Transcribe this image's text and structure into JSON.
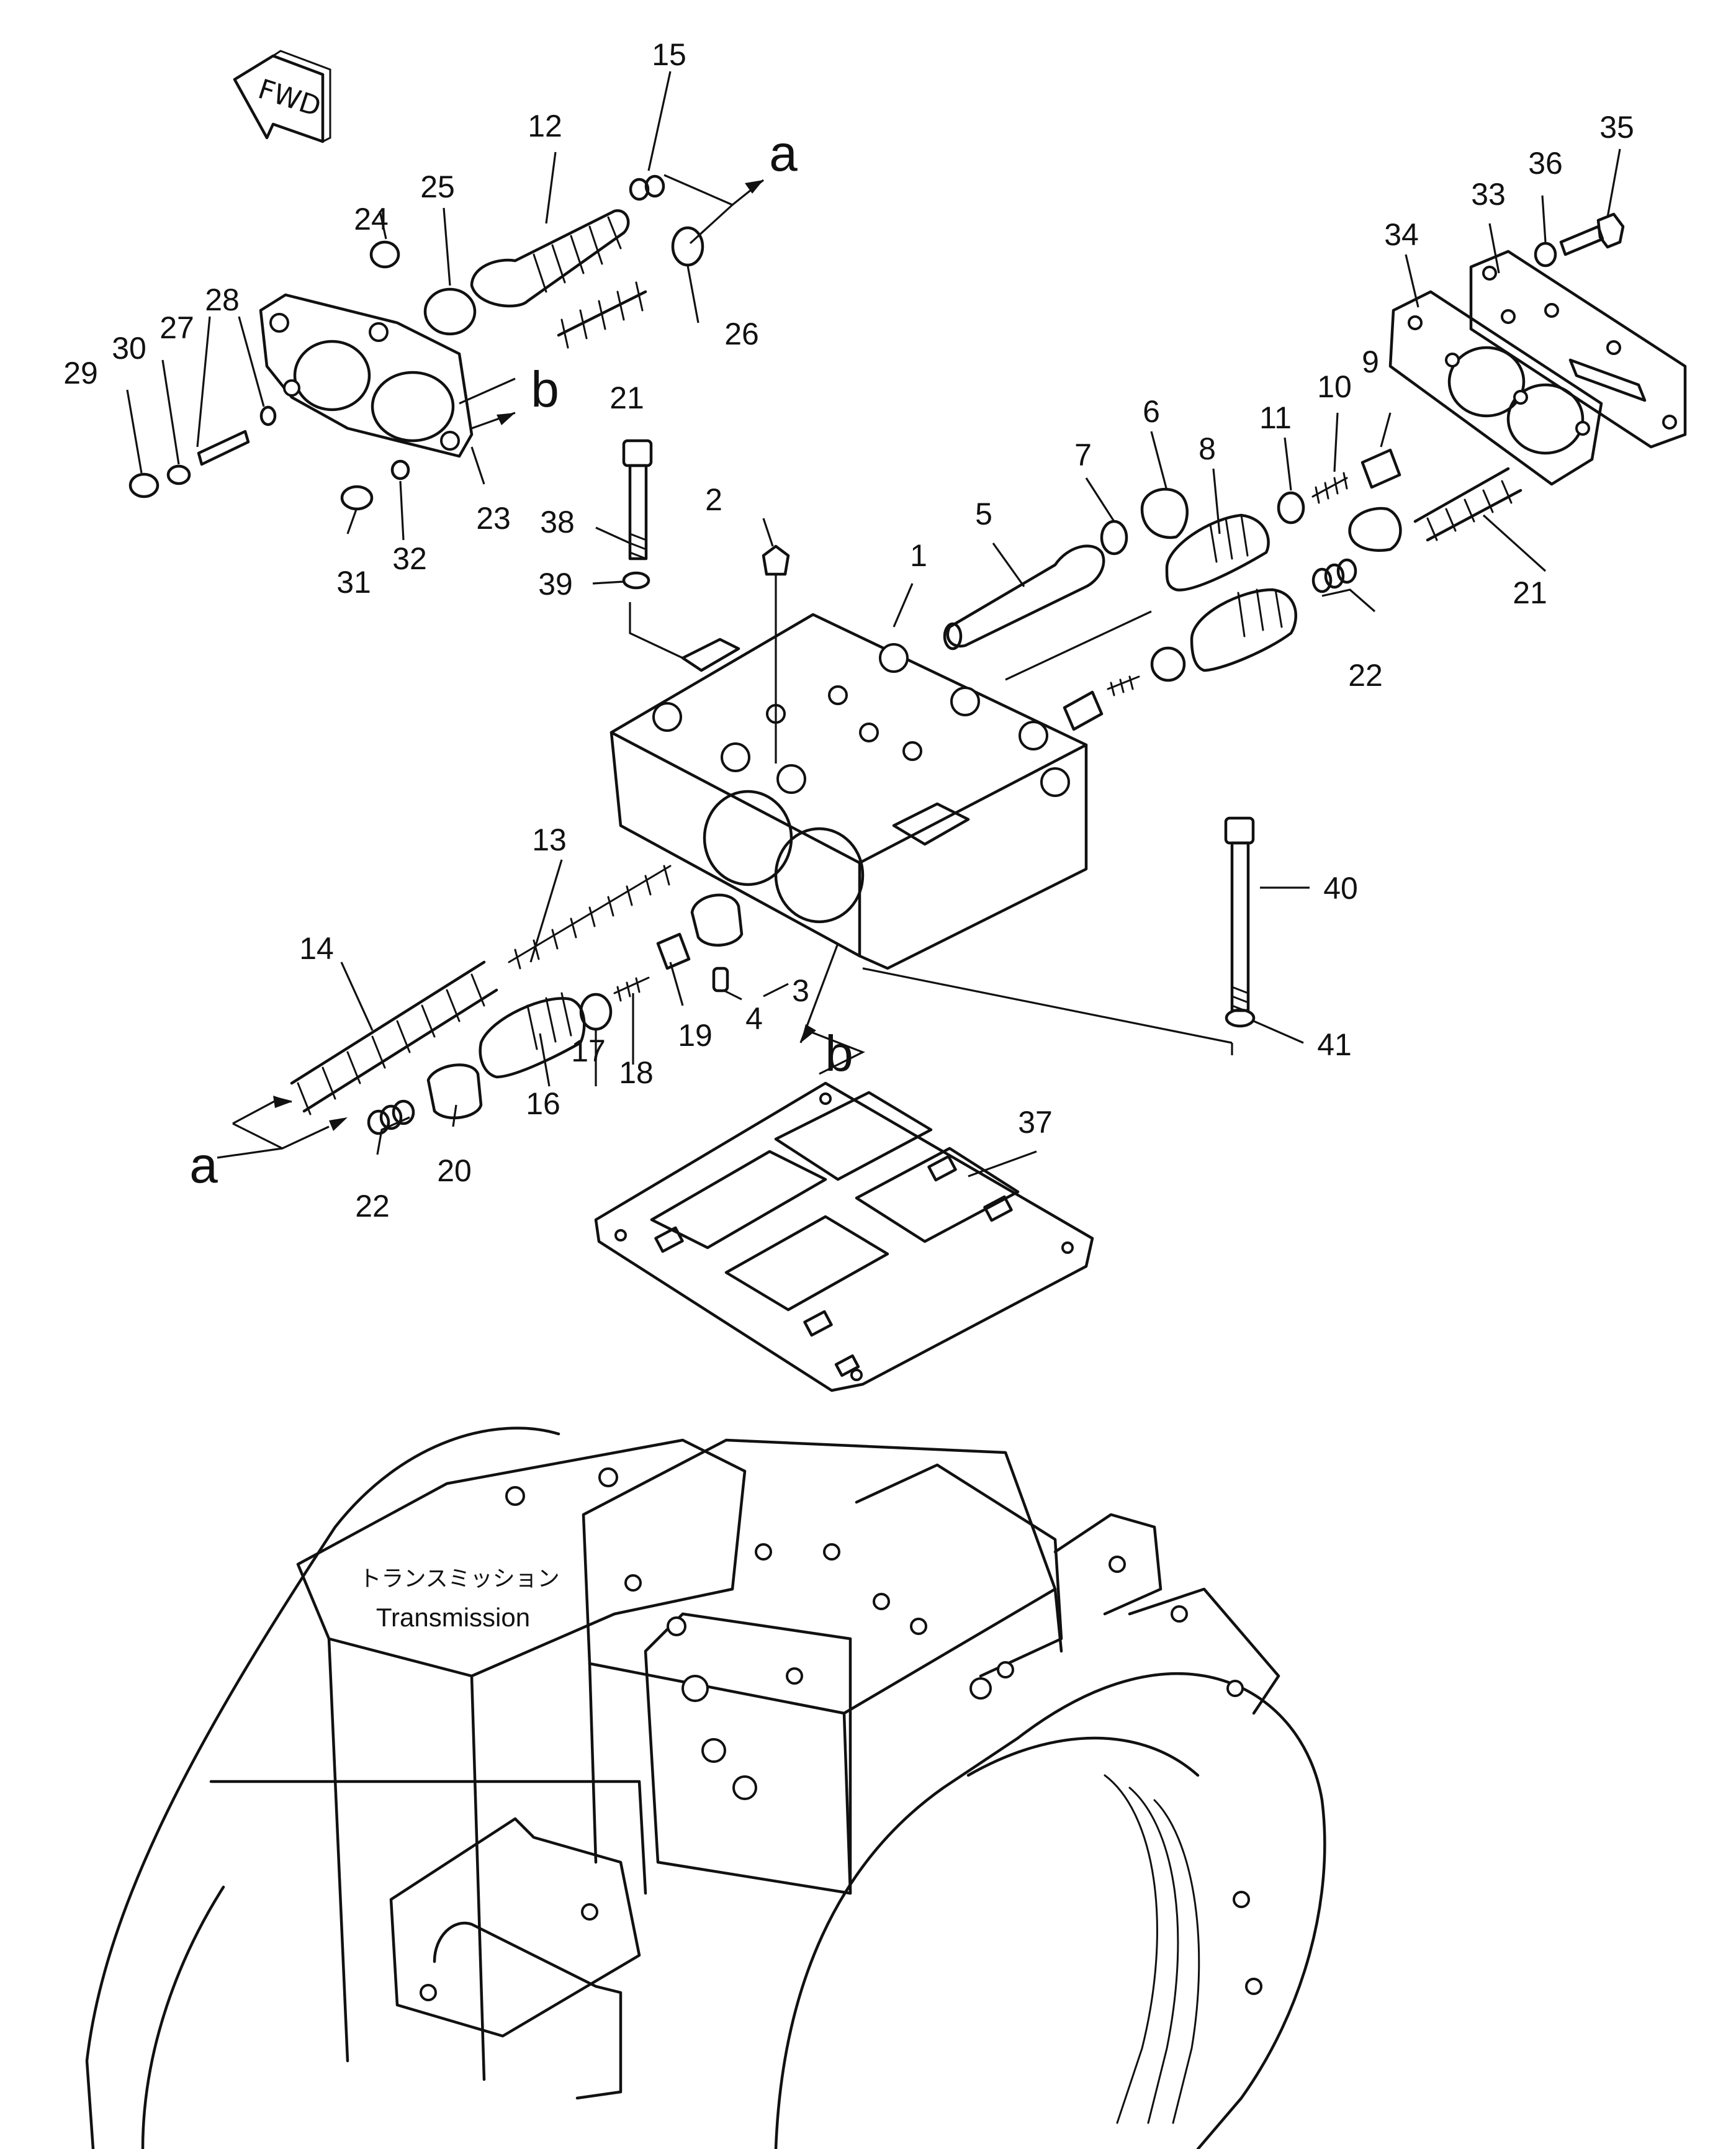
{
  "direction_label": "FWD",
  "ref_letters": {
    "a": "a",
    "b": "b"
  },
  "labels": {
    "p1": "1",
    "p2": "2",
    "p3": "3",
    "p4": "4",
    "p5": "5",
    "p6": "6",
    "p7": "7",
    "p8": "8",
    "p9": "9",
    "p10": "10",
    "p11": "11",
    "p12": "12",
    "p13": "13",
    "p14": "14",
    "p15": "15",
    "p16": "16",
    "p17": "17",
    "p18": "18",
    "p19": "19",
    "p20": "20",
    "p21": "21",
    "p22": "22",
    "p23": "23",
    "p24": "24",
    "p25": "25",
    "p26": "26",
    "p27": "27",
    "p28": "28",
    "p29": "29",
    "p30": "30",
    "p31": "31",
    "p32": "32",
    "p33": "33",
    "p34": "34",
    "p35": "35",
    "p36": "36",
    "p37": "37",
    "p38": "38",
    "p39": "39",
    "p40": "40",
    "p41": "41"
  },
  "caption": {
    "japanese": "トランスミッション",
    "english": "Transmission"
  }
}
